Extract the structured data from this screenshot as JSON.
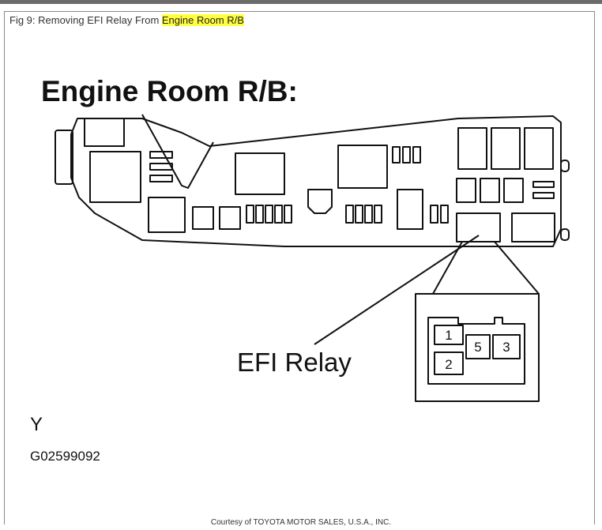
{
  "caption": {
    "prefix": "Fig 9: Removing EFI Relay From ",
    "highlight": "Engine Room R/B"
  },
  "diagram": {
    "heading": "Engine Room R/B:",
    "callout_label": "EFI Relay",
    "pin_labels": [
      "1",
      "2",
      "5",
      "3"
    ],
    "view_letter": "Y",
    "code": "G02599092"
  },
  "footer": {
    "courtesy": "Courtesy of TOYOTA MOTOR SALES, U.S.A., INC."
  },
  "colors": {
    "highlight": "#ffff40",
    "line": "#111111"
  }
}
